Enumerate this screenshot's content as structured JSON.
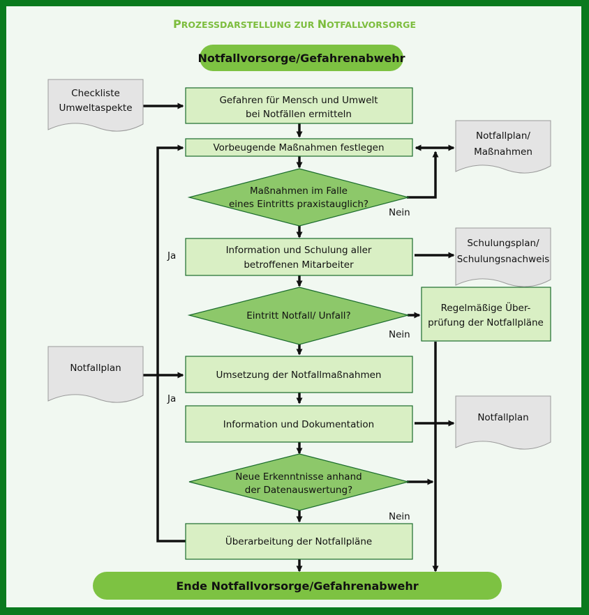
{
  "colors": {
    "border": "#0a7a1e",
    "background": "#f1f8f1",
    "pill_fill": "#7dc242",
    "box_fill": "#d9efc4",
    "diamond_fill": "#8dc86a",
    "doc_fill": "#e4e4e4",
    "title": "#7dbd3e",
    "line": "#111111"
  },
  "title": {
    "p1": "P",
    "p2": "ROZESSDARSTELLUNG ZUR ",
    "n1": "N",
    "n2": "OTFALLVORSORGE"
  },
  "start": "Notfallvorsorge/Gefahrenabwehr",
  "end": "Ende Notfallvorsorge/Gefahrenabwehr",
  "steps": {
    "gefahren": [
      "Gefahren für Mensch und Umwelt",
      "bei Notfällen ermitteln"
    ],
    "vorbeugende": "Vorbeugende Maßnahmen festlegen",
    "information_schulung": [
      "Information und Schulung aller",
      "betroffenen Mitarbeiter"
    ],
    "umsetzung": "Umsetzung der Notfallmaßnahmen",
    "dokumentation": "Information und Dokumentation",
    "ueberarbeitung": "Überarbeitung der Notfallpläne",
    "regelmaessig": [
      "Regelmäßige Über-",
      "prüfung der Notfallpläne"
    ]
  },
  "decisions": {
    "praxistauglich": [
      "Maßnahmen im Falle",
      "eines Eintritts praxistauglich?"
    ],
    "eintritt": "Eintritt Notfall/ Unfall?",
    "erkenntnisse": [
      "Neue Erkenntnisse anhand",
      "der Datenauswertung?"
    ]
  },
  "documents": {
    "checkliste": [
      "Checkliste",
      "Umweltaspekte"
    ],
    "notfallplan_massnahmen": [
      "Notfallplan/",
      "Maßnahmen"
    ],
    "schulungsplan": [
      "Schulungsplan/",
      "Schulungsnachweis"
    ],
    "notfallplan_left": "Notfallplan",
    "notfallplan_right": "Notfallplan"
  },
  "labels": {
    "nein1": "Nein",
    "ja1": "Ja",
    "nein2": "Nein",
    "ja2": "Ja",
    "nein3": "Nein"
  }
}
